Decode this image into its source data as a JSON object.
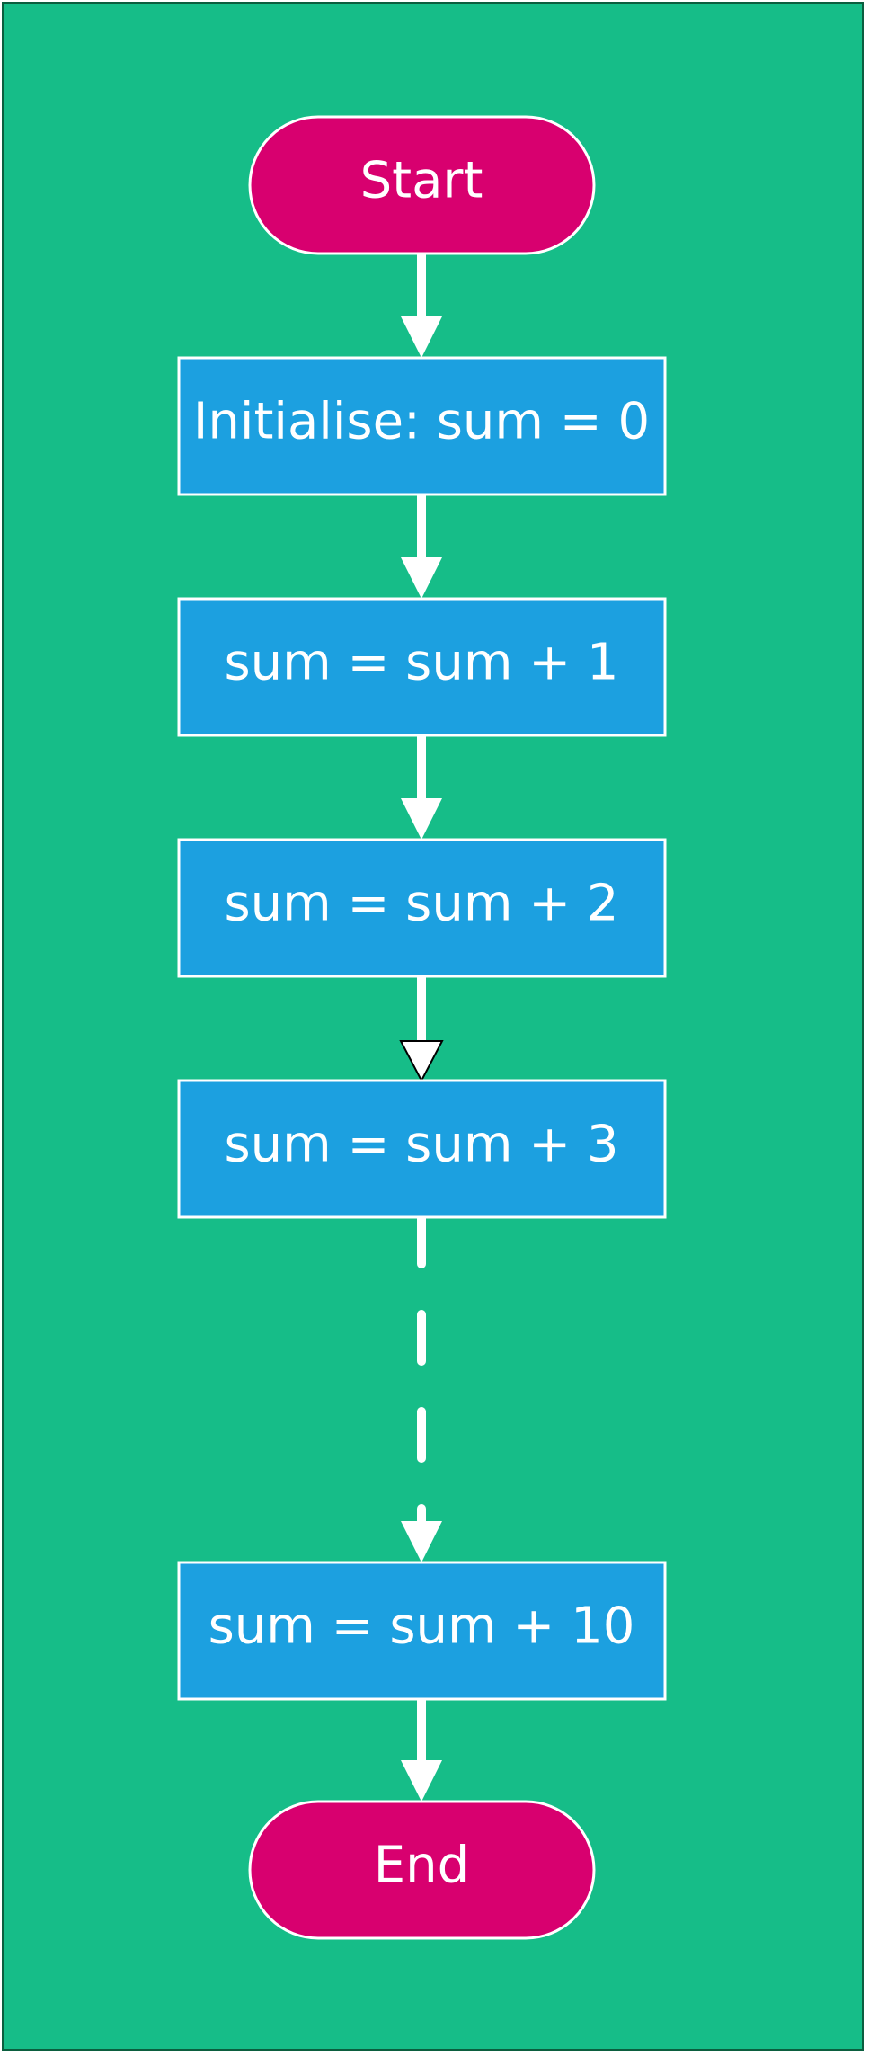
{
  "colors": {
    "background": "#16bd88",
    "panel_border": "#0b5e3f",
    "terminal_fill": "#d8006f",
    "process_fill": "#1ca0e0",
    "shape_stroke": "#ffffff",
    "connector": "#ffffff",
    "open_arrowhead_stroke": "#000000"
  },
  "nodes": {
    "start": {
      "label": "Start",
      "shape": "terminal"
    },
    "init": {
      "label": "Initialise: sum = 0",
      "shape": "process"
    },
    "step1": {
      "label": "sum = sum + 1",
      "shape": "process"
    },
    "step2": {
      "label": "sum = sum + 2",
      "shape": "process"
    },
    "step3": {
      "label": "sum = sum + 3",
      "shape": "process"
    },
    "step10": {
      "label": "sum = sum + 10",
      "shape": "process"
    },
    "end": {
      "label": "End",
      "shape": "terminal"
    }
  },
  "edges": [
    {
      "from": "start",
      "to": "init",
      "line": "solid",
      "arrowhead": "filled"
    },
    {
      "from": "init",
      "to": "step1",
      "line": "solid",
      "arrowhead": "filled"
    },
    {
      "from": "step1",
      "to": "step2",
      "line": "solid",
      "arrowhead": "filled"
    },
    {
      "from": "step2",
      "to": "step3",
      "line": "solid",
      "arrowhead": "open"
    },
    {
      "from": "step3",
      "to": "step10",
      "line": "dashed",
      "arrowhead": "filled"
    },
    {
      "from": "step10",
      "to": "end",
      "line": "solid",
      "arrowhead": "filled"
    }
  ]
}
